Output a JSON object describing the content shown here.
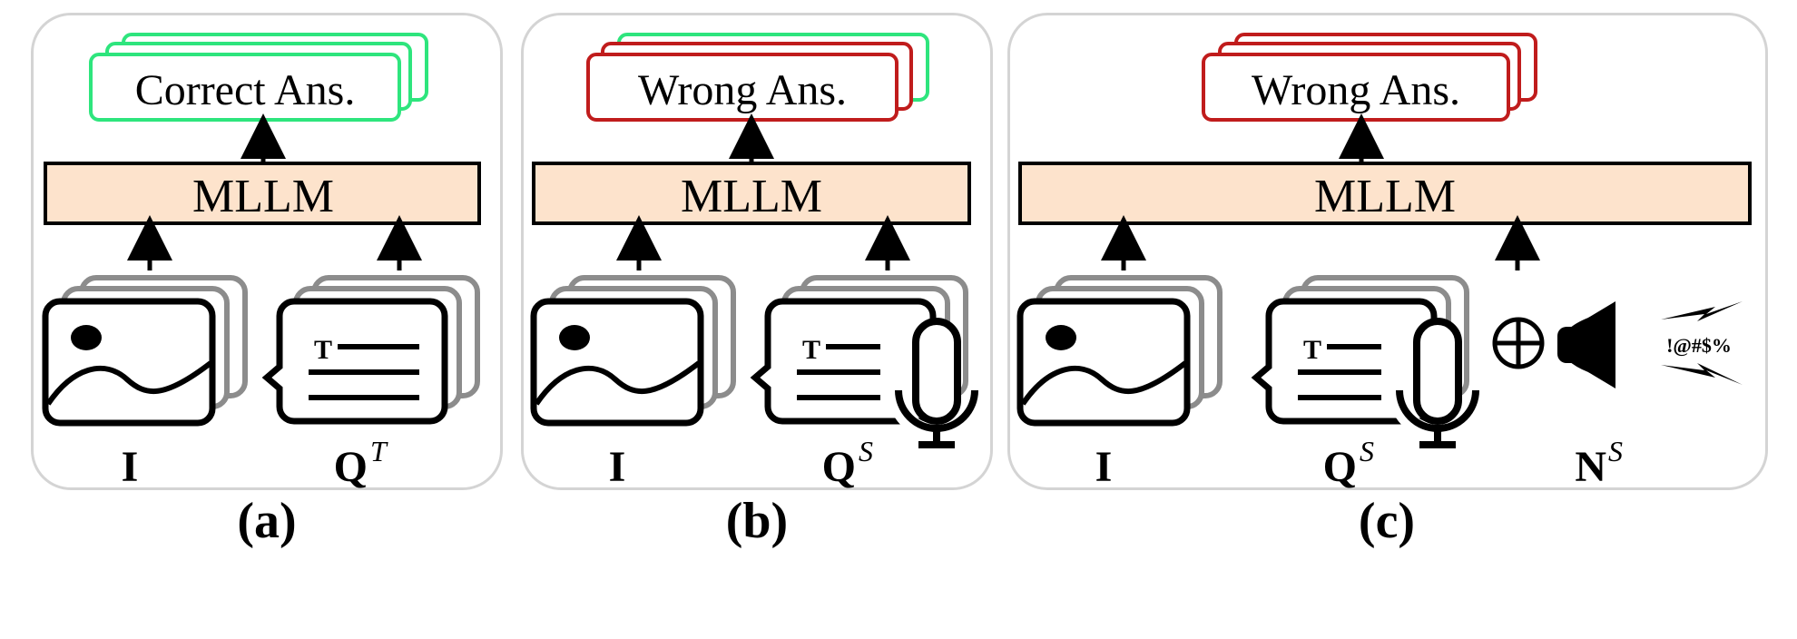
{
  "panels": [
    {
      "answer": "Correct Ans.",
      "answer_color": "#2ee57d",
      "model": "MLLM",
      "input_image_label": "I",
      "question_label": "Q",
      "question_sup": "T",
      "caption": "(a)"
    },
    {
      "answer": "Wrong Ans.",
      "answer_color": "#c01c1c",
      "model": "MLLM",
      "input_image_label": "I",
      "question_label": "Q",
      "question_sup": "S",
      "caption": "(b)"
    },
    {
      "answer": "Wrong Ans.",
      "answer_color": "#c01c1c",
      "model": "MLLM",
      "input_image_label": "I",
      "question_label": "Q",
      "question_sup": "S",
      "noise_label": "N",
      "noise_sup": "S",
      "noise_symbols": "!@#$%",
      "caption": "(c)"
    }
  ],
  "colors": {
    "model_fill": "#fde3cc",
    "correct": "#2ee57d",
    "wrong": "#c01c1c",
    "panel_border": "#d4d4d4",
    "stack_gray": "#8c8c8c"
  }
}
